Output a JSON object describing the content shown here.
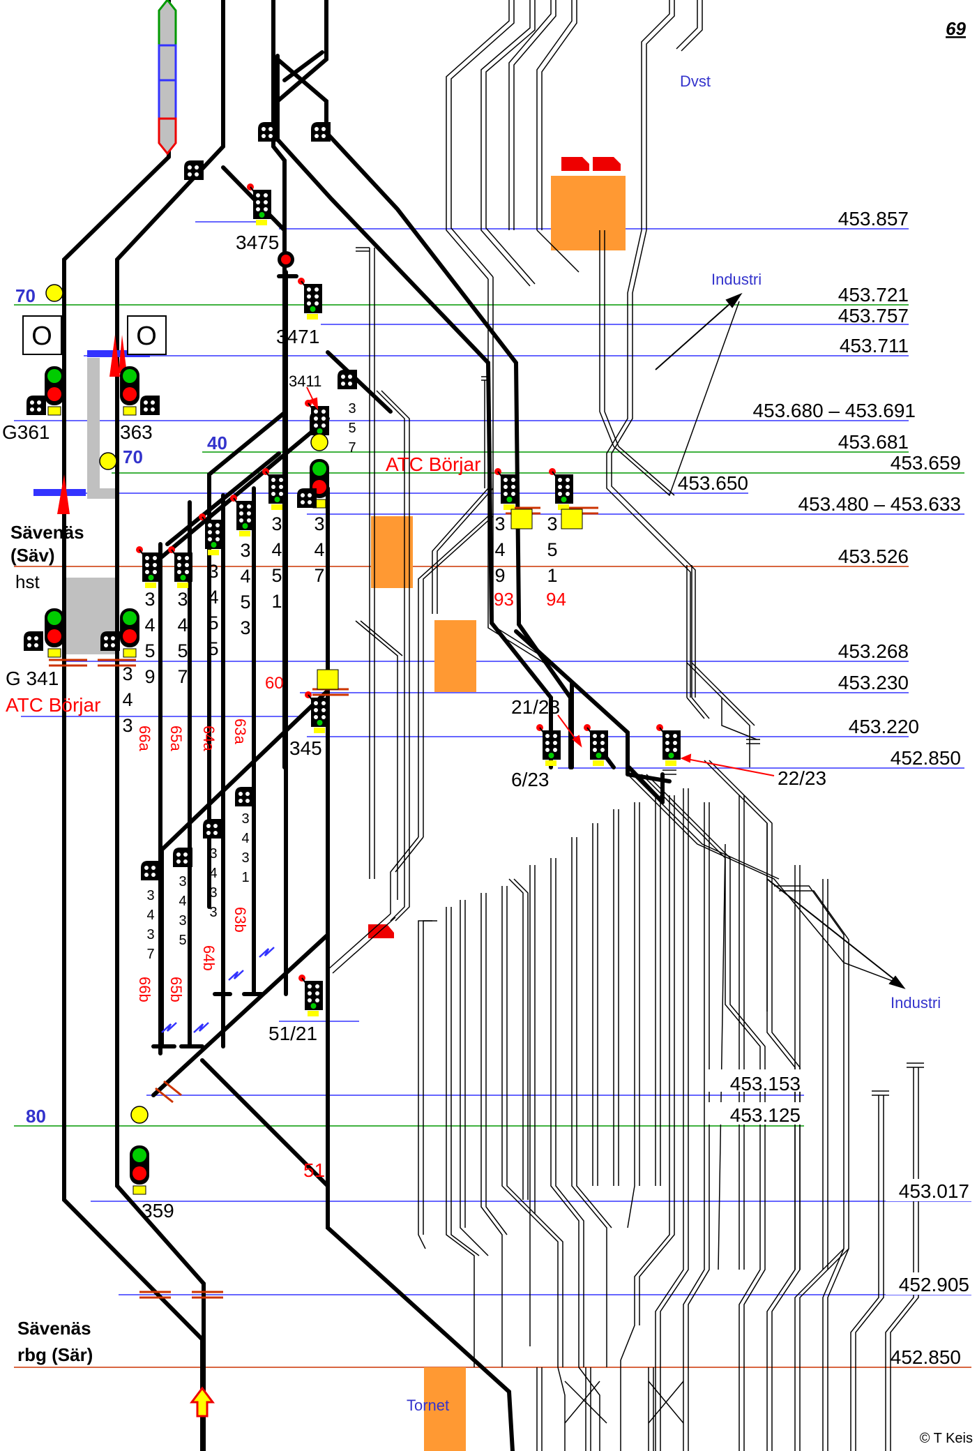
{
  "page_number": "69",
  "copyright": "© T Keis",
  "colors": {
    "track": "#000000",
    "km_line_blue": "#3333ff",
    "km_line_green": "#009900",
    "km_line_orange": "#cc3300",
    "speed_text": "#3333cc",
    "red_text": "#ff0000",
    "building": "#ff9933",
    "platform_grey": "#c0c0c0",
    "signal_green": "#00cc00",
    "signal_red": "#ff0000",
    "signal_yellow": "#ffff00"
  },
  "stations": [
    {
      "name": "Sävenäs",
      "code": "(Säv)",
      "type": "hst"
    },
    {
      "name": "Sävenäs",
      "code": "rbg  (Sär)"
    }
  ],
  "areas": [
    "Dvst",
    "Industri",
    "Industri",
    "Tornet"
  ],
  "km_posts": [
    "453.857",
    "453.721",
    "453.757",
    "453.711",
    "453.680 – 453.691",
    "453.681",
    "453.659",
    "453.650",
    "453.480 – 453.633",
    "453.526",
    "453.268",
    "453.230",
    "453.220",
    "452.850",
    "453.153",
    "453.125",
    "453.017",
    "452.905",
    "452.850"
  ],
  "speeds": [
    "70",
    "70",
    "40",
    "80"
  ],
  "atc_labels": [
    "ATC Börjar",
    "ATC Börjar"
  ],
  "signals": [
    "G361",
    "363",
    "G 341",
    "3475",
    "3471",
    "3411",
    "345",
    "359",
    "51/21",
    "21/23",
    "6/23",
    "22/23"
  ],
  "vertical_labels": [
    {
      "name": "col-3459",
      "chars": [
        "3",
        "4",
        "5",
        "9"
      ]
    },
    {
      "name": "col-3457",
      "chars": [
        "3",
        "4",
        "5",
        "7"
      ]
    },
    {
      "name": "col-3455",
      "chars": [
        "3",
        "4",
        "5",
        "5"
      ]
    },
    {
      "name": "col-3453",
      "chars": [
        "3",
        "4",
        "5",
        "3"
      ]
    },
    {
      "name": "col-3451",
      "chars": [
        "3",
        "4",
        "5",
        "1"
      ]
    },
    {
      "name": "col-3457b",
      "chars": [
        "3",
        "4",
        "7"
      ]
    },
    {
      "name": "col-3439",
      "chars": [
        "3",
        "4",
        "9"
      ]
    },
    {
      "name": "col-3451b",
      "chars": [
        "3",
        "5",
        "1"
      ]
    },
    {
      "name": "col-3434",
      "chars": [
        "3",
        "4",
        "3"
      ]
    },
    {
      "name": "col-357",
      "chars": [
        "3",
        "5",
        "7"
      ]
    },
    {
      "name": "col-3437",
      "chars": [
        "3",
        "4",
        "3",
        "7"
      ]
    },
    {
      "name": "col-3435",
      "chars": [
        "3",
        "4",
        "3",
        "5"
      ]
    },
    {
      "name": "col-3433",
      "chars": [
        "3",
        "4",
        "3",
        "3"
      ]
    },
    {
      "name": "col-3431",
      "chars": [
        "3",
        "4",
        "3",
        "1"
      ]
    }
  ],
  "track_numbers": [
    "66a",
    "65a",
    "64a",
    "63a",
    "66b",
    "65b",
    "64b",
    "63b",
    "60",
    "93",
    "94",
    "51"
  ],
  "box_labels": [
    "O",
    "O"
  ]
}
